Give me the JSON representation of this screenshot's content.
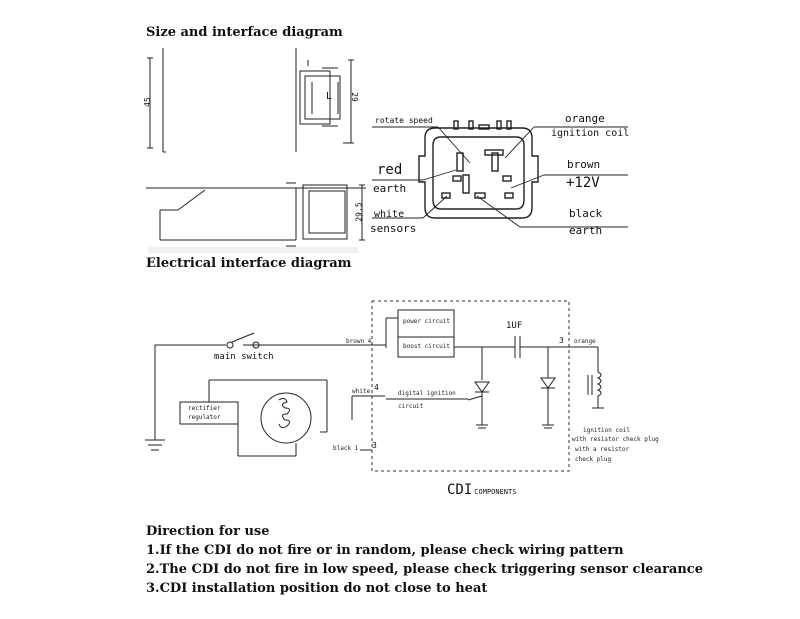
{
  "size_section": {
    "title": "Size and interface diagram",
    "dim_height": "45",
    "dim_depth": "29",
    "dim_side": "29.5",
    "connector_letter": "L"
  },
  "pin_labels": {
    "rotate_speed": "rotate speed",
    "orange": "orange",
    "ignition_coil": "ignition coil",
    "red": "red",
    "earth_left": "earth",
    "brown": "brown",
    "plus12v": "+12V",
    "white": "white",
    "sensors": "sensors",
    "black": "black",
    "earth_right": "earth"
  },
  "electrical_section": {
    "title": "Electrical interface diagram",
    "main_switch": "main switch",
    "brown_wire": "brown 4",
    "power_circuit": "power circuit",
    "boost_circuit": "boost circuit",
    "cap_label": "1UF",
    "pin3": "3",
    "orange_out": "orange",
    "white_wire": "white",
    "pin4": "4",
    "digital_ignition": "digital ignition",
    "circuit": "circuit",
    "rectifier": "rectifier",
    "regulator": "regulator",
    "black_wire": "black 1",
    "pin3b": "3",
    "coil_note1": "ignition coil",
    "coil_note2": "with resistor check plug",
    "coil_note3": "with a resistor",
    "coil_note4": "check plug",
    "cdi_big": "CDI",
    "cdi_small": "COMPONENTS"
  },
  "direction": {
    "title": "Direction for use",
    "items": [
      "1.If the CDI do not fire or in random, please check wiring pattern",
      "2.The CDI do not fire in low speed, please check triggering sensor clearance",
      "3.CDI installation position do not close to heat"
    ]
  }
}
